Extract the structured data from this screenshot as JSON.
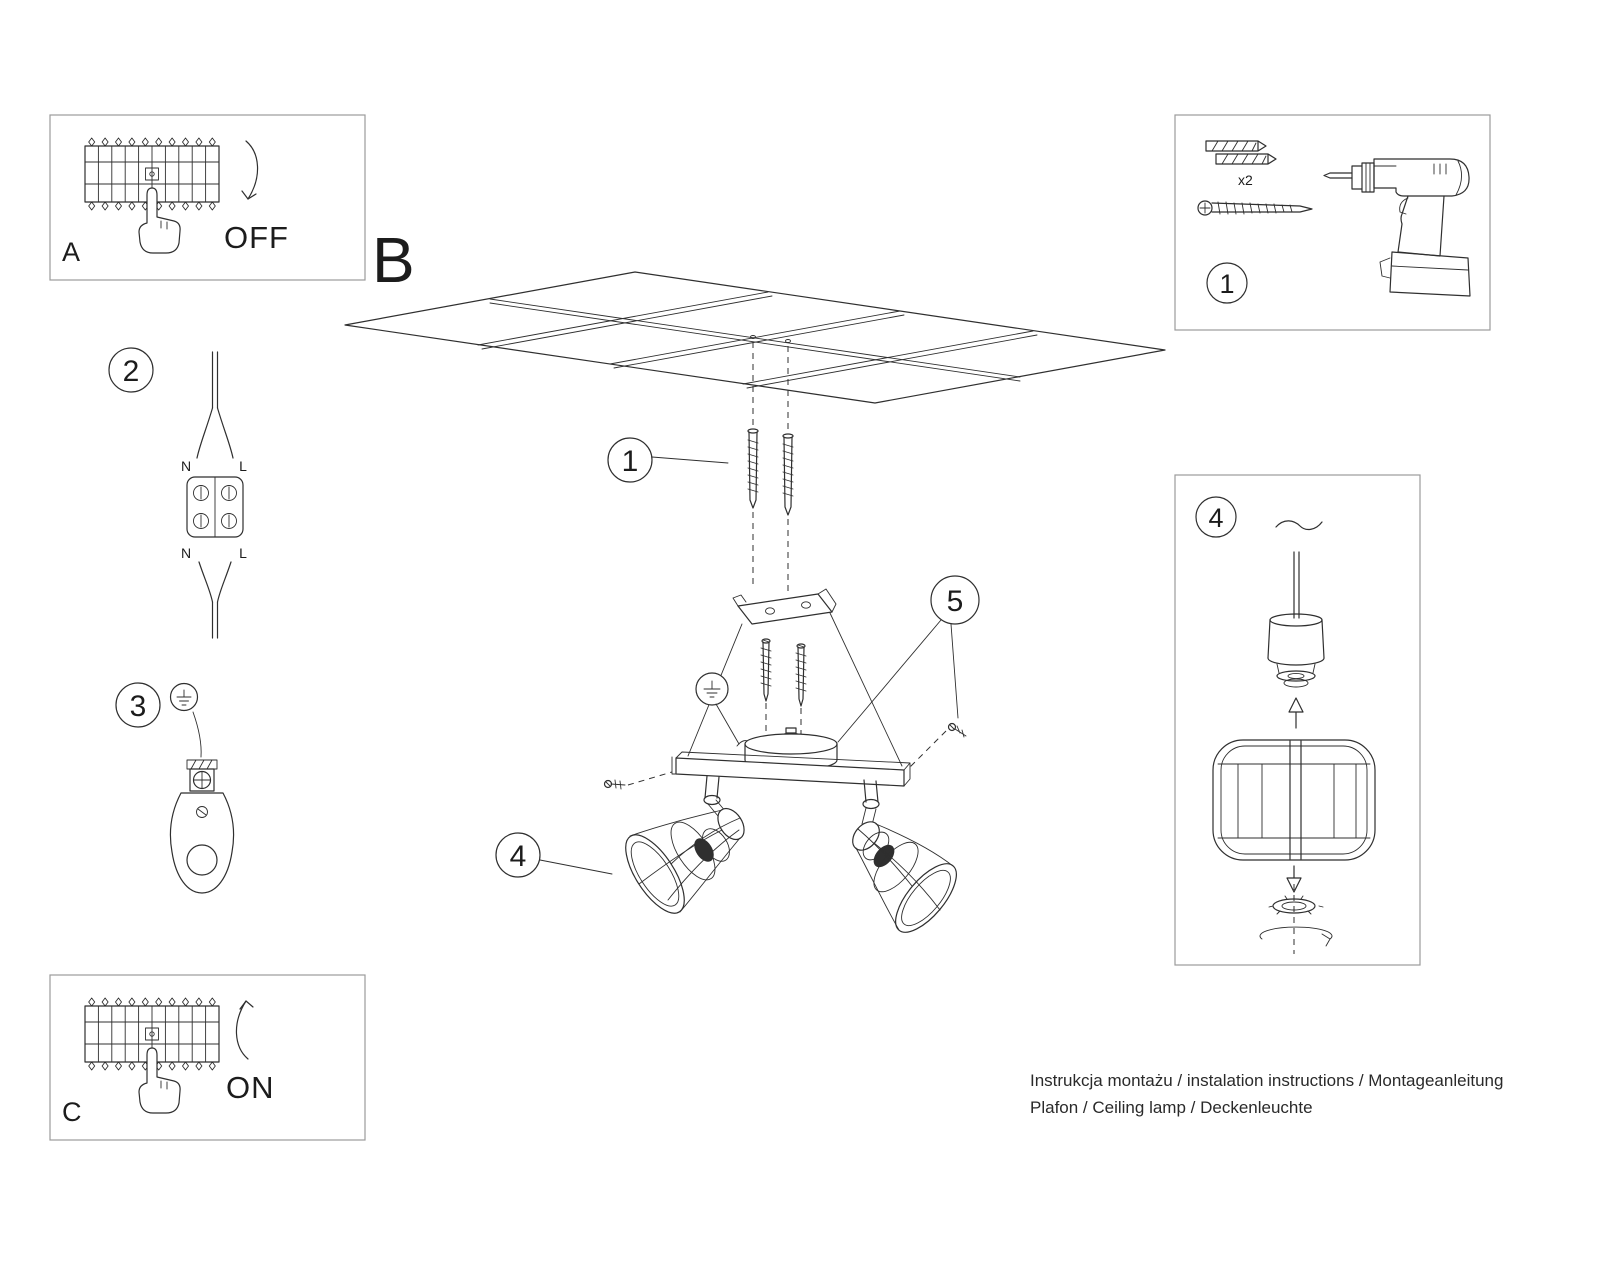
{
  "colors": {
    "line": "#2f2f2f",
    "box_border": "#9b9b9b",
    "text": "#1c1c1c"
  },
  "labels": {
    "panel_a": "A",
    "panel_b": "B",
    "panel_c": "C",
    "off": "OFF",
    "on": "ON"
  },
  "callouts": {
    "n1": "1",
    "n2": "2",
    "n3": "3",
    "n4": "4",
    "n5": "5"
  },
  "wiring": {
    "neutral": "N",
    "line": "L"
  },
  "hardware": {
    "anchor_qty": "x2"
  },
  "footer": {
    "line1": "Instrukcja montażu / instalation instructions / Montageanleitung",
    "line2": "Plafon / Ceiling lamp / Deckenleuchte"
  }
}
